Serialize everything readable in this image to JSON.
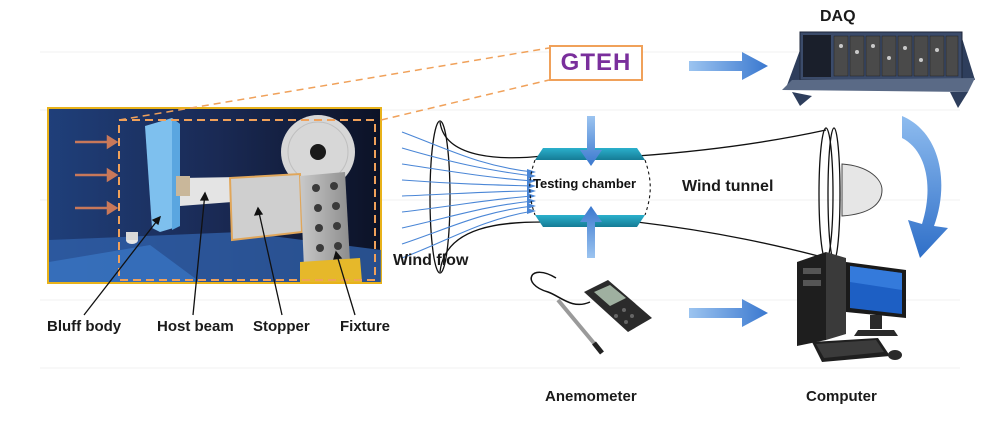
{
  "labels": {
    "gteh": "GTEH",
    "daq": "DAQ",
    "testing_chamber": "Testing chamber",
    "wind_tunnel": "Wind tunnel",
    "wind_flow": "Wind flow",
    "bluff_body": "Bluff body",
    "host_beam": "Host beam",
    "stopper": "Stopper",
    "fixture": "Fixture",
    "anemometer": "Anemometer",
    "computer": "Computer"
  },
  "colors": {
    "gteh_border": "#f0a15a",
    "gteh_text": "#7a2f9c",
    "flow_arrow": "#4a86d6",
    "chamber": "#1e9cb8",
    "photo_border": "#e8b21a"
  }
}
